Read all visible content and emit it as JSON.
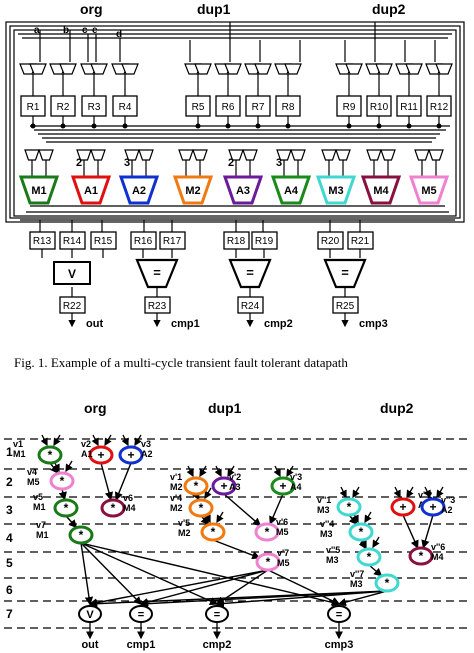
{
  "figure1": {
    "headers": [
      "org",
      "dup1",
      "dup2"
    ],
    "inputs": [
      "a",
      "b",
      "c",
      "e",
      "d"
    ],
    "registers_top": [
      "R1",
      "R2",
      "R3",
      "R4",
      "R5",
      "R6",
      "R7",
      "R8",
      "R9",
      "R10",
      "R11",
      "R12"
    ],
    "units": [
      {
        "label": "M1",
        "color": "#1a7a1a",
        "note": ""
      },
      {
        "label": "A1",
        "color": "#e01010",
        "note": "2"
      },
      {
        "label": "A2",
        "color": "#1030d0",
        "note": "3"
      },
      {
        "label": "M2",
        "color": "#f07a10",
        "note": ""
      },
      {
        "label": "A3",
        "color": "#6a1a9a",
        "note": "2"
      },
      {
        "label": "A4",
        "color": "#1a8a1a",
        "note": "3"
      },
      {
        "label": "M3",
        "color": "#40d8d0",
        "note": ""
      },
      {
        "label": "M4",
        "color": "#8a1040",
        "note": ""
      },
      {
        "label": "M5",
        "color": "#f080d0",
        "note": ""
      }
    ],
    "registers_bottom": [
      "R13",
      "R14",
      "R15",
      "R16",
      "R17",
      "R18",
      "R19",
      "R20",
      "R21"
    ],
    "voter_symbol": "V",
    "cmp_symbol": "=",
    "registers_out": [
      "R22",
      "R23",
      "R24",
      "R25"
    ],
    "outputs": [
      "out",
      "cmp1",
      "cmp2",
      "cmp3"
    ],
    "caption": "Fig. 1.   Example of a multi-cycle transient fault tolerant datapath"
  },
  "figure2": {
    "headers": [
      "org",
      "dup1",
      "dup2"
    ],
    "steps": [
      "1",
      "2",
      "3",
      "4",
      "5",
      "6",
      "7"
    ],
    "outputs": [
      "out",
      "cmp1",
      "cmp2",
      "cmp3"
    ],
    "nodes": [
      {
        "op": "*",
        "label": "v1\nM1",
        "color": "#1a7a1a"
      },
      {
        "op": "+",
        "label": "v2\nA1",
        "color": "#e01010"
      },
      {
        "op": "+",
        "label": "v3\nA2",
        "color": "#1030d0"
      },
      {
        "op": "*",
        "label": "v4\nM5",
        "color": "#f080d0"
      },
      {
        "op": "*",
        "label": "v5\nM1",
        "color": "#1a7a1a"
      },
      {
        "op": "*",
        "label": "v6\nM4",
        "color": "#8a1040"
      },
      {
        "op": "*",
        "label": "v7\nM1",
        "color": "#1a7a1a"
      },
      {
        "op": "*",
        "label": "v'1\nM2",
        "color": "#f07a10"
      },
      {
        "op": "+",
        "label": "v'2\nA3",
        "color": "#6a1a9a"
      },
      {
        "op": "+",
        "label": "v'3\nA4",
        "color": "#1a8a1a"
      },
      {
        "op": "*",
        "label": "v'4\nM2",
        "color": "#f07a10"
      },
      {
        "op": "*",
        "label": "v'5\nM2",
        "color": "#f07a10"
      },
      {
        "op": "*",
        "label": "v'6\nM5",
        "color": "#f080d0"
      },
      {
        "op": "*",
        "label": "v'7\nM5",
        "color": "#f080d0"
      },
      {
        "op": "*",
        "label": "v''1\nM3",
        "color": "#40d8d0"
      },
      {
        "op": "+",
        "label": "v''2\nA1",
        "color": "#e01010"
      },
      {
        "op": "+",
        "label": "v''3\nA2",
        "color": "#1030d0"
      },
      {
        "op": "*",
        "label": "v''4\nM3",
        "color": "#40d8d0"
      },
      {
        "op": "*",
        "label": "v''5\nM3",
        "color": "#40d8d0"
      },
      {
        "op": "*",
        "label": "v''6\nM4",
        "color": "#8a1040"
      },
      {
        "op": "*",
        "label": "v''7\nM3",
        "color": "#40d8d0"
      }
    ]
  }
}
